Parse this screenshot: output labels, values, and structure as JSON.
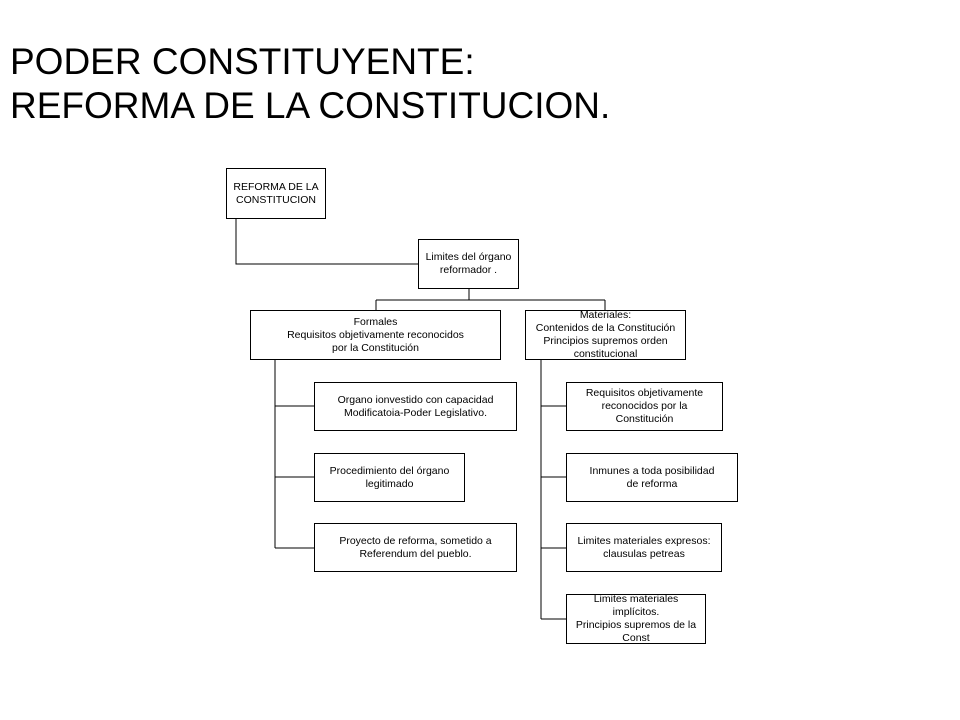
{
  "title": {
    "line1": "PODER CONSTITUYENTE:",
    "line2": "REFORMA DE LA CONSTITUCION."
  },
  "chart": {
    "root": [
      "REFORMA DE LA",
      "CONSTITUCION"
    ],
    "limits": [
      "Limites del órgano",
      "reformador ."
    ],
    "formales": {
      "header": [
        "Formales",
        "Requisitos objetivamente reconocidos",
        "por la Constitución"
      ],
      "items": [
        [
          "Organo ionvestido con capacidad",
          "Modificatoia-Poder Legislativo."
        ],
        [
          "Procedimiento del órgano",
          "legitimado"
        ],
        [
          "Proyecto de reforma, sometido a",
          "Referendum del pueblo."
        ]
      ]
    },
    "materiales": {
      "header": [
        "Materiales:",
        "Contenidos de la Constitución",
        "Principios supremos orden",
        "constitucional"
      ],
      "items": [
        [
          "Requisitos objetivamente",
          "reconocidos por la",
          "Constitución"
        ],
        [
          "Inmunes a toda posibilidad",
          "de reforma"
        ],
        [
          "Limites materiales expresos:",
          "clausulas petreas"
        ],
        [
          "Limites materiales",
          "implícitos.",
          "Principios supremos de la",
          "Const"
        ]
      ]
    }
  }
}
